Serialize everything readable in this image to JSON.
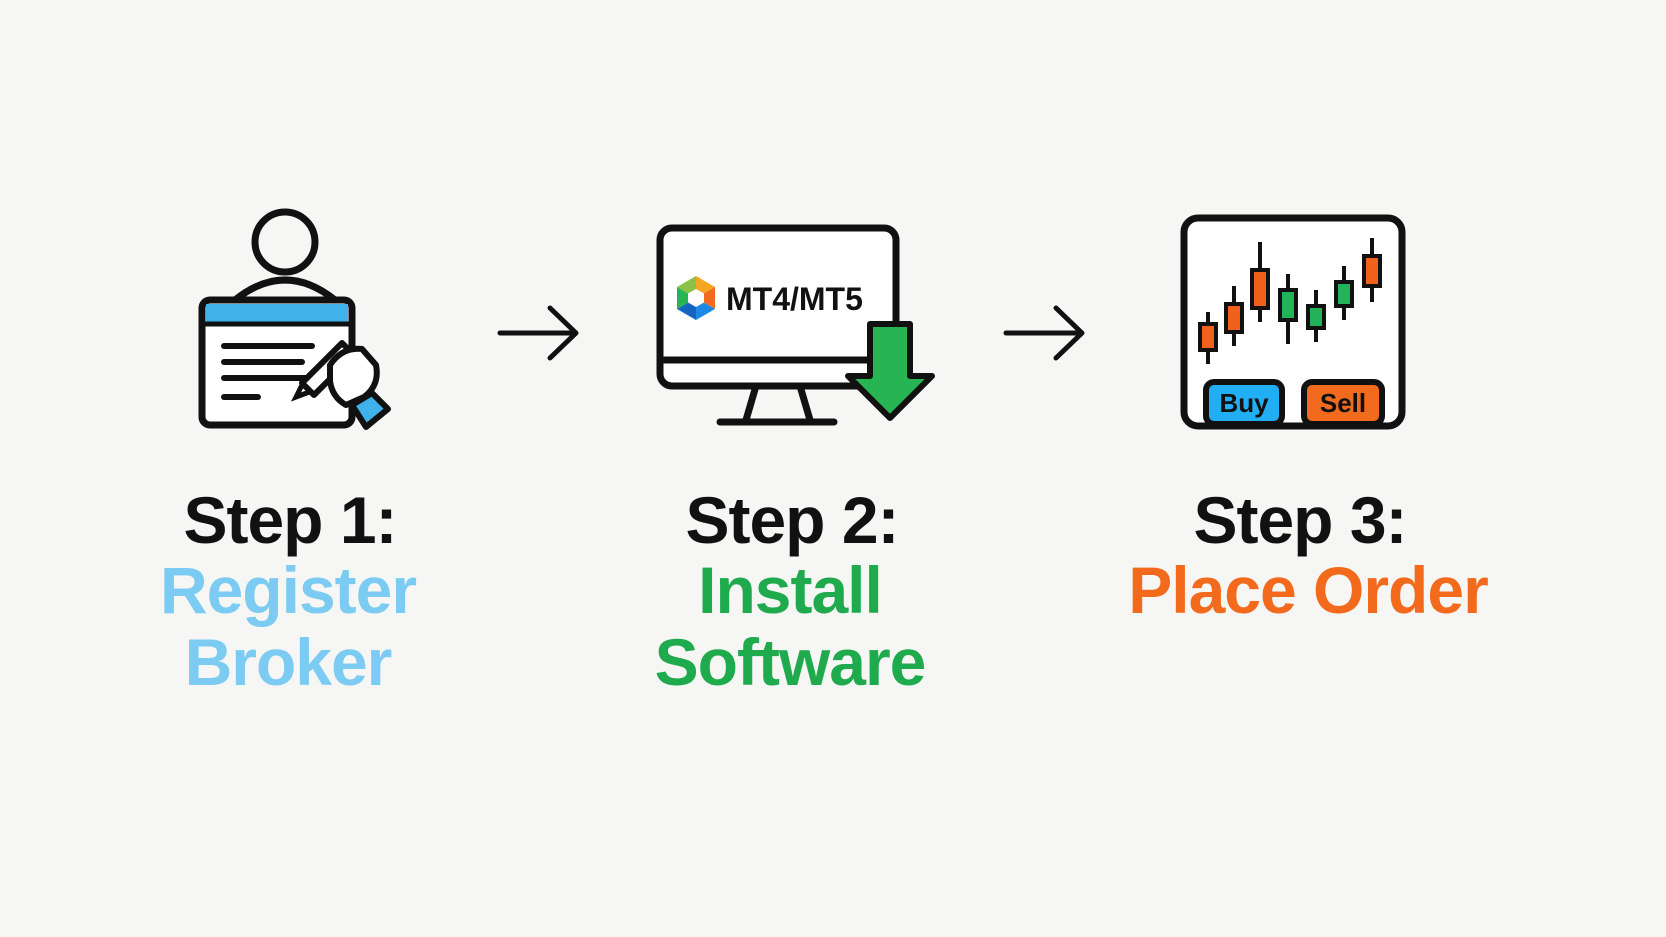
{
  "steps": [
    {
      "title": "Step 1:",
      "subtitle_lines": [
        "Register",
        "Broker"
      ],
      "color": "#7ccbf2",
      "icon": "user-form-pen-icon"
    },
    {
      "title": "Step 2:",
      "subtitle_lines": [
        "Install",
        "Software"
      ],
      "color": "#1faa4d",
      "icon": "monitor-download-icon",
      "screen_label": "MT4/MT5"
    },
    {
      "title": "Step 3:",
      "subtitle_lines": [
        "Place Order"
      ],
      "color": "#f36a1c",
      "icon": "candlestick-chart-icon",
      "buttons": {
        "buy": "Buy",
        "sell": "Sell"
      },
      "button_colors": {
        "buy": "#21aef2",
        "sell": "#f26a1e"
      }
    }
  ],
  "arrows": [
    "arrow-right-icon",
    "arrow-right-icon"
  ],
  "colors": {
    "outline": "#111111",
    "form_header": "#3fb2ea",
    "download_arrow": "#27b553",
    "candle_up": "#22b25a",
    "candle_down": "#f0621c"
  }
}
